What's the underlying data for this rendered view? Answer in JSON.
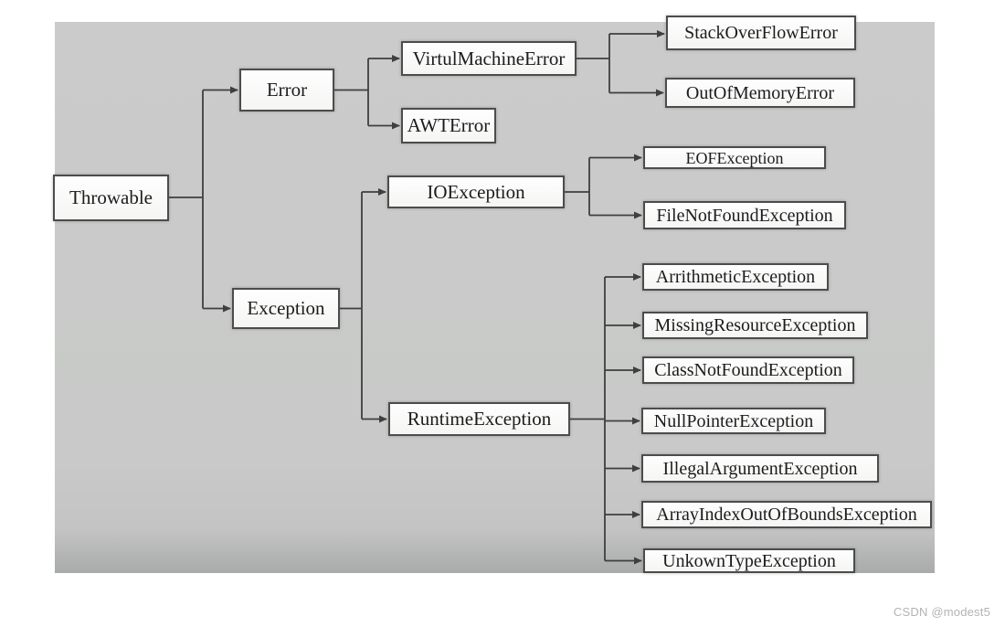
{
  "diagram": {
    "nodes": {
      "throwable": "Throwable",
      "error": "Error",
      "exception": "Exception",
      "virtul_machine_error": "VirtulMachineError",
      "awt_error": "AWTError",
      "io_exception": "IOException",
      "runtime_exception": "RuntimeException",
      "stack_overflow_error": "StackOverFlowError",
      "out_of_memory_error": "OutOfMemoryError",
      "eof_exception": "EOFException",
      "file_not_found_exception": "FileNotFoundException",
      "arrithmetic_exception": "ArrithmeticException",
      "missing_resource_exception": "MissingResourceException",
      "class_not_found_exception": "ClassNotFoundException",
      "null_pointer_exception": "NullPointerException",
      "illegal_argument_exception": "IllegalArgumentException",
      "array_index_out_of_bounds_exception": "ArrayIndexOutOfBoundsException",
      "unkown_type_exception": "UnkownTypeException"
    },
    "edges": [
      [
        "Throwable",
        "Error"
      ],
      [
        "Throwable",
        "Exception"
      ],
      [
        "Error",
        "VirtulMachineError"
      ],
      [
        "Error",
        "AWTError"
      ],
      [
        "VirtulMachineError",
        "StackOverFlowError"
      ],
      [
        "VirtulMachineError",
        "OutOfMemoryError"
      ],
      [
        "Exception",
        "IOException"
      ],
      [
        "Exception",
        "RuntimeException"
      ],
      [
        "IOException",
        "EOFException"
      ],
      [
        "IOException",
        "FileNotFoundException"
      ],
      [
        "RuntimeException",
        "ArrithmeticException"
      ],
      [
        "RuntimeException",
        "MissingResourceException"
      ],
      [
        "RuntimeException",
        "ClassNotFoundException"
      ],
      [
        "RuntimeException",
        "NullPointerException"
      ],
      [
        "RuntimeException",
        "IllegalArgumentException"
      ],
      [
        "RuntimeException",
        "ArrayIndexOutOfBoundsException"
      ],
      [
        "RuntimeException",
        "UnkownTypeException"
      ]
    ],
    "colors": {
      "background": "#c9cac9",
      "box_fill": "#fbfbfb",
      "box_border": "#4c4c4c",
      "line": "#3f3f3f",
      "text": "#1c1c1c"
    }
  },
  "watermark": "CSDN @modest5"
}
